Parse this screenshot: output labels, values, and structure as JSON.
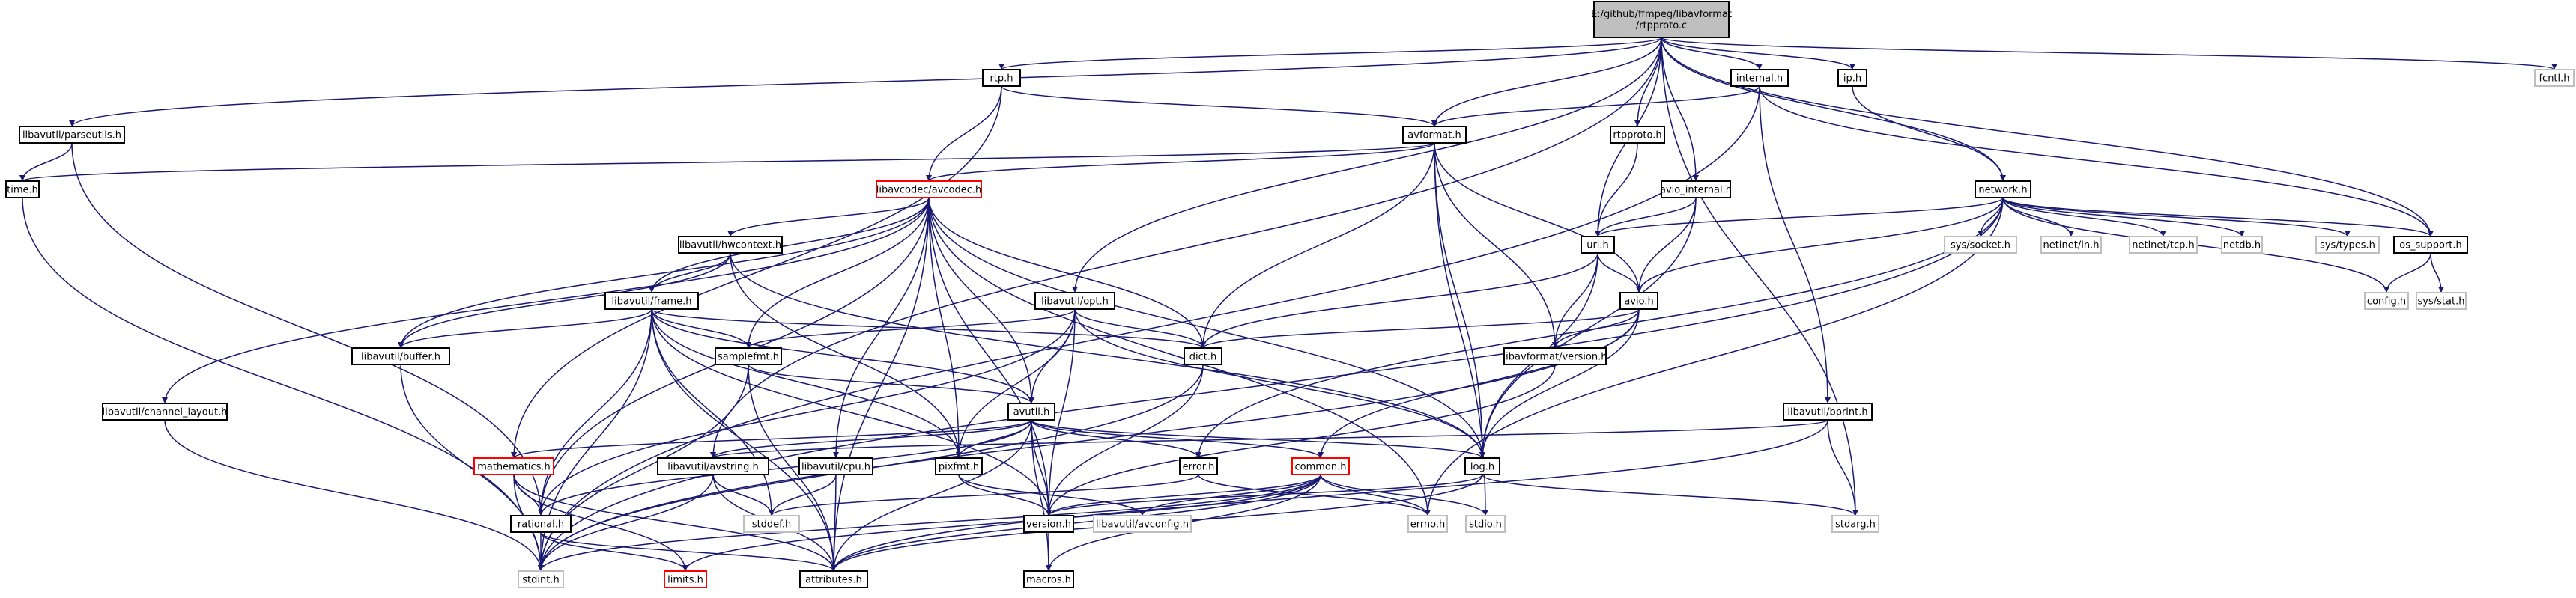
{
  "diagram": {
    "colors": {
      "edge": "#191970",
      "root_fill": "#bfbfbf",
      "truncated_border": "#ff0000",
      "undocumented_border": "#bfbfbf"
    },
    "nodes": [
      {
        "id": "root",
        "lines": [
          "E:/github/ffmpeg/libavformat",
          "/rtpproto.c"
        ],
        "kind": "root"
      },
      {
        "id": "fcntl",
        "lines": [
          "fcntl.h"
        ],
        "kind": "noref"
      },
      {
        "id": "rtp",
        "lines": [
          "rtp.h"
        ]
      },
      {
        "id": "internal",
        "lines": [
          "internal.h"
        ]
      },
      {
        "id": "ip",
        "lines": [
          "ip.h"
        ]
      },
      {
        "id": "parseutils",
        "lines": [
          "libavutil/parseutils.h"
        ]
      },
      {
        "id": "avformat",
        "lines": [
          "avformat.h"
        ]
      },
      {
        "id": "rtpproto",
        "lines": [
          "rtpproto.h"
        ]
      },
      {
        "id": "time",
        "lines": [
          "time.h"
        ]
      },
      {
        "id": "avcodec",
        "lines": [
          "libavcodec/avcodec.h"
        ],
        "kind": "red"
      },
      {
        "id": "avio_internal",
        "lines": [
          "avio_internal.h"
        ]
      },
      {
        "id": "network",
        "lines": [
          "network.h"
        ]
      },
      {
        "id": "url",
        "lines": [
          "url.h"
        ]
      },
      {
        "id": "hwcontext",
        "lines": [
          "libavutil/hwcontext.h"
        ]
      },
      {
        "id": "syssocket",
        "lines": [
          "sys/socket.h"
        ],
        "kind": "noref"
      },
      {
        "id": "netinetin",
        "lines": [
          "netinet/in.h"
        ],
        "kind": "noref"
      },
      {
        "id": "netinettcp",
        "lines": [
          "netinet/tcp.h"
        ],
        "kind": "noref"
      },
      {
        "id": "netdb",
        "lines": [
          "netdb.h"
        ],
        "kind": "noref"
      },
      {
        "id": "systypes",
        "lines": [
          "sys/types.h"
        ],
        "kind": "noref"
      },
      {
        "id": "os_support",
        "lines": [
          "os_support.h"
        ]
      },
      {
        "id": "frame",
        "lines": [
          "libavutil/frame.h"
        ]
      },
      {
        "id": "avio",
        "lines": [
          "avio.h"
        ]
      },
      {
        "id": "config",
        "lines": [
          "config.h"
        ],
        "kind": "noref"
      },
      {
        "id": "sysstat",
        "lines": [
          "sys/stat.h"
        ],
        "kind": "noref"
      },
      {
        "id": "opt",
        "lines": [
          "libavutil/opt.h"
        ]
      },
      {
        "id": "buffer",
        "lines": [
          "libavutil/buffer.h"
        ]
      },
      {
        "id": "dict",
        "lines": [
          "dict.h"
        ]
      },
      {
        "id": "samplefmt",
        "lines": [
          "samplefmt.h"
        ]
      },
      {
        "id": "lfversion",
        "lines": [
          "libavformat/version.h"
        ]
      },
      {
        "id": "channel_layout",
        "lines": [
          "libavutil/channel_layout.h"
        ]
      },
      {
        "id": "avutil",
        "lines": [
          "avutil.h"
        ]
      },
      {
        "id": "bprint",
        "lines": [
          "libavutil/bprint.h"
        ]
      },
      {
        "id": "mathematics",
        "lines": [
          "mathematics.h"
        ],
        "kind": "red"
      },
      {
        "id": "avstring",
        "lines": [
          "libavutil/avstring.h"
        ]
      },
      {
        "id": "cpu",
        "lines": [
          "libavutil/cpu.h"
        ]
      },
      {
        "id": "pixfmt",
        "lines": [
          "pixfmt.h"
        ]
      },
      {
        "id": "error",
        "lines": [
          "error.h"
        ]
      },
      {
        "id": "common",
        "lines": [
          "common.h"
        ],
        "kind": "red"
      },
      {
        "id": "log",
        "lines": [
          "log.h"
        ]
      },
      {
        "id": "rational",
        "lines": [
          "rational.h"
        ]
      },
      {
        "id": "stddef",
        "lines": [
          "stddef.h"
        ],
        "kind": "noref"
      },
      {
        "id": "version",
        "lines": [
          "version.h"
        ]
      },
      {
        "id": "avconfig",
        "lines": [
          "libavutil/avconfig.h"
        ],
        "kind": "noref"
      },
      {
        "id": "errno",
        "lines": [
          "errno.h"
        ],
        "kind": "noref"
      },
      {
        "id": "stdio",
        "lines": [
          "stdio.h"
        ],
        "kind": "noref"
      },
      {
        "id": "stdarg",
        "lines": [
          "stdarg.h"
        ],
        "kind": "noref"
      },
      {
        "id": "stdint",
        "lines": [
          "stdint.h"
        ],
        "kind": "noref"
      },
      {
        "id": "limits",
        "lines": [
          "limits.h"
        ],
        "kind": "red"
      },
      {
        "id": "attributes",
        "lines": [
          "attributes.h"
        ]
      },
      {
        "id": "macros",
        "lines": [
          "macros.h"
        ]
      }
    ],
    "edges": [
      [
        "root",
        "fcntl"
      ],
      [
        "root",
        "rtp"
      ],
      [
        "root",
        "internal"
      ],
      [
        "root",
        "ip"
      ],
      [
        "root",
        "parseutils"
      ],
      [
        "root",
        "avformat"
      ],
      [
        "root",
        "rtpproto"
      ],
      [
        "root",
        "avio_internal"
      ],
      [
        "root",
        "network"
      ],
      [
        "root",
        "url"
      ],
      [
        "root",
        "os_support"
      ],
      [
        "root",
        "opt"
      ],
      [
        "root",
        "avstring"
      ],
      [
        "root",
        "stdarg"
      ],
      [
        "rtp",
        "avformat"
      ],
      [
        "rtp",
        "avcodec"
      ],
      [
        "rtp",
        "mathematics"
      ],
      [
        "parseutils",
        "time"
      ],
      [
        "parseutils",
        "rational"
      ],
      [
        "time",
        "stdint"
      ],
      [
        "internal",
        "avformat"
      ],
      [
        "internal",
        "os_support"
      ],
      [
        "internal",
        "stdint"
      ],
      [
        "internal",
        "bprint"
      ],
      [
        "ip",
        "network"
      ],
      [
        "avformat",
        "time"
      ],
      [
        "avformat",
        "avcodec"
      ],
      [
        "avformat",
        "avio"
      ],
      [
        "avformat",
        "lfversion"
      ],
      [
        "avformat",
        "dict"
      ],
      [
        "avformat",
        "log"
      ],
      [
        "avformat",
        "stdio"
      ],
      [
        "rtpproto",
        "url"
      ],
      [
        "avio_internal",
        "url"
      ],
      [
        "avio_internal",
        "avio"
      ],
      [
        "avio_internal",
        "log"
      ],
      [
        "url",
        "avio"
      ],
      [
        "url",
        "dict"
      ],
      [
        "url",
        "lfversion"
      ],
      [
        "url",
        "log"
      ],
      [
        "network",
        "url"
      ],
      [
        "network",
        "avio"
      ],
      [
        "network",
        "syssocket"
      ],
      [
        "network",
        "netinetin"
      ],
      [
        "network",
        "netinettcp"
      ],
      [
        "network",
        "netdb"
      ],
      [
        "network",
        "systypes"
      ],
      [
        "network",
        "os_support"
      ],
      [
        "network",
        "config"
      ],
      [
        "network",
        "error"
      ],
      [
        "network",
        "errno"
      ],
      [
        "network",
        "stdint"
      ],
      [
        "os_support",
        "config"
      ],
      [
        "os_support",
        "sysstat"
      ],
      [
        "avio",
        "stdint"
      ],
      [
        "avio",
        "dict"
      ],
      [
        "avio",
        "log"
      ],
      [
        "avio",
        "lfversion"
      ],
      [
        "avio",
        "common"
      ],
      [
        "lfversion",
        "version"
      ],
      [
        "avcodec",
        "hwcontext"
      ],
      [
        "avcodec",
        "frame"
      ],
      [
        "avcodec",
        "buffer"
      ],
      [
        "avcodec",
        "dict"
      ],
      [
        "avcodec",
        "samplefmt"
      ],
      [
        "avcodec",
        "avutil"
      ],
      [
        "avcodec",
        "pixfmt"
      ],
      [
        "avcodec",
        "rational"
      ],
      [
        "avcodec",
        "log"
      ],
      [
        "avcodec",
        "channel_layout"
      ],
      [
        "avcodec",
        "cpu"
      ],
      [
        "avcodec",
        "version"
      ],
      [
        "avcodec",
        "errno"
      ],
      [
        "avcodec",
        "attributes"
      ],
      [
        "hwcontext",
        "buffer"
      ],
      [
        "hwcontext",
        "frame"
      ],
      [
        "hwcontext",
        "log"
      ],
      [
        "hwcontext",
        "pixfmt"
      ],
      [
        "frame",
        "buffer"
      ],
      [
        "frame",
        "dict"
      ],
      [
        "frame",
        "samplefmt"
      ],
      [
        "frame",
        "avutil"
      ],
      [
        "frame",
        "pixfmt"
      ],
      [
        "frame",
        "rational"
      ],
      [
        "frame",
        "stdint"
      ],
      [
        "frame",
        "stddef"
      ],
      [
        "frame",
        "attributes"
      ],
      [
        "frame",
        "version"
      ],
      [
        "opt",
        "samplefmt"
      ],
      [
        "opt",
        "dict"
      ],
      [
        "opt",
        "avutil"
      ],
      [
        "opt",
        "pixfmt"
      ],
      [
        "opt",
        "rational"
      ],
      [
        "opt",
        "log"
      ],
      [
        "opt",
        "version"
      ],
      [
        "samplefmt",
        "avutil"
      ],
      [
        "samplefmt",
        "stdint"
      ],
      [
        "samplefmt",
        "attributes"
      ],
      [
        "avutil",
        "mathematics"
      ],
      [
        "avutil",
        "avstring"
      ],
      [
        "avutil",
        "pixfmt"
      ],
      [
        "avutil",
        "error"
      ],
      [
        "avutil",
        "common"
      ],
      [
        "avutil",
        "log"
      ],
      [
        "avutil",
        "rational"
      ],
      [
        "avutil",
        "version"
      ],
      [
        "avutil",
        "macros"
      ],
      [
        "avutil",
        "attributes"
      ],
      [
        "buffer",
        "stdint"
      ],
      [
        "dict",
        "stdint"
      ],
      [
        "dict",
        "version"
      ],
      [
        "channel_layout",
        "stdint"
      ],
      [
        "bprint",
        "avstring"
      ],
      [
        "bprint",
        "stdarg"
      ],
      [
        "bprint",
        "attributes"
      ],
      [
        "mathematics",
        "rational"
      ],
      [
        "mathematics",
        "stdint"
      ],
      [
        "mathematics",
        "attributes"
      ],
      [
        "mathematics",
        "limits"
      ],
      [
        "avstring",
        "stddef"
      ],
      [
        "avstring",
        "stdint"
      ],
      [
        "avstring",
        "attributes"
      ],
      [
        "cpu",
        "stddef"
      ],
      [
        "cpu",
        "attributes"
      ],
      [
        "pixfmt",
        "avconfig"
      ],
      [
        "pixfmt",
        "version"
      ],
      [
        "error",
        "stddef"
      ],
      [
        "error",
        "errno"
      ],
      [
        "common",
        "stdint"
      ],
      [
        "common",
        "limits"
      ],
      [
        "common",
        "errno"
      ],
      [
        "common",
        "attributes"
      ],
      [
        "common",
        "avconfig"
      ],
      [
        "common",
        "macros"
      ],
      [
        "common",
        "version"
      ],
      [
        "common",
        "stdio"
      ],
      [
        "log",
        "stdarg"
      ],
      [
        "log",
        "version"
      ],
      [
        "log",
        "attributes"
      ],
      [
        "rational",
        "stdint"
      ],
      [
        "rational",
        "limits"
      ],
      [
        "rational",
        "attributes"
      ],
      [
        "version",
        "macros"
      ]
    ]
  }
}
